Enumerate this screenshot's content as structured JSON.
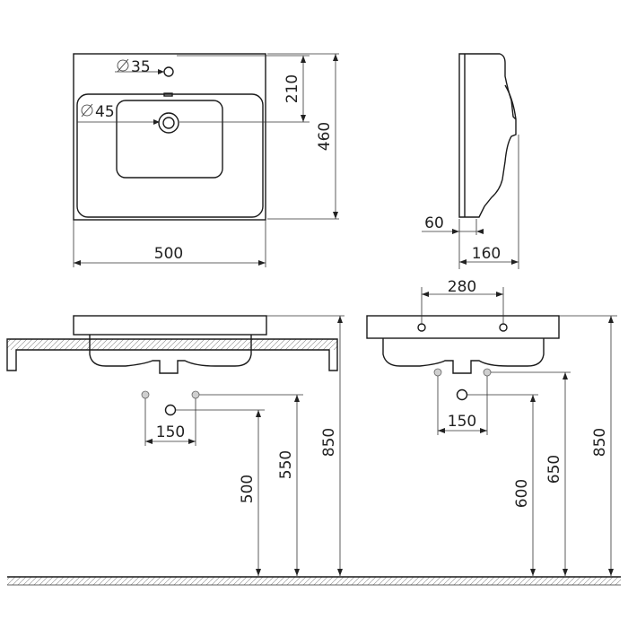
{
  "diagram": {
    "top_view": {
      "tap_hole_label": "35",
      "waste_hole_label": "45",
      "tap_offset_label": "210",
      "depth_label": "460",
      "width_label": "500"
    },
    "side_view": {
      "wall_offset_label": "60",
      "side_depth_label": "160"
    },
    "front_view_left": {
      "pipe_spacing_label": "150",
      "waste_height_label": "500",
      "supply_height_label": "550",
      "rim_height_label": "850"
    },
    "front_view_right": {
      "fixing_spacing_label": "280",
      "pipe_spacing_label": "150",
      "waste_height_label": "600",
      "supply_height_label": "650",
      "rim_height_label": "850"
    },
    "symbols": {
      "diameter": "∅"
    }
  }
}
